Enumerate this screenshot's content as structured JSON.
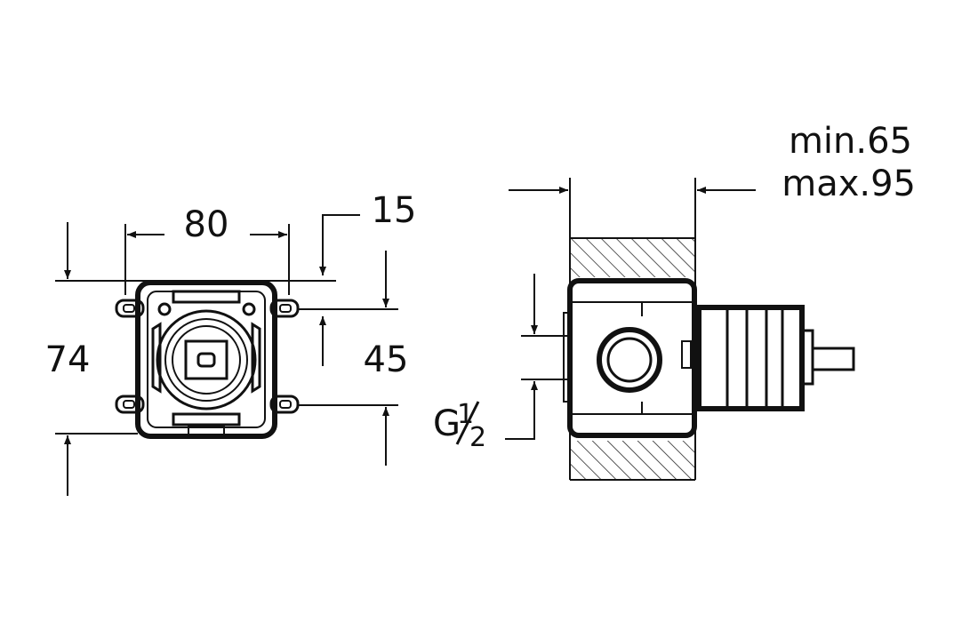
{
  "dimensions": {
    "width_front": "80",
    "offset_front": "15",
    "height_front": "74",
    "height_mount": "45",
    "thread_g": "G",
    "thread_num": "1",
    "thread_den": "2",
    "depth_min": "min.65",
    "depth_max": "max.95"
  },
  "colors": {
    "line": "#111111",
    "background": "#ffffff"
  }
}
